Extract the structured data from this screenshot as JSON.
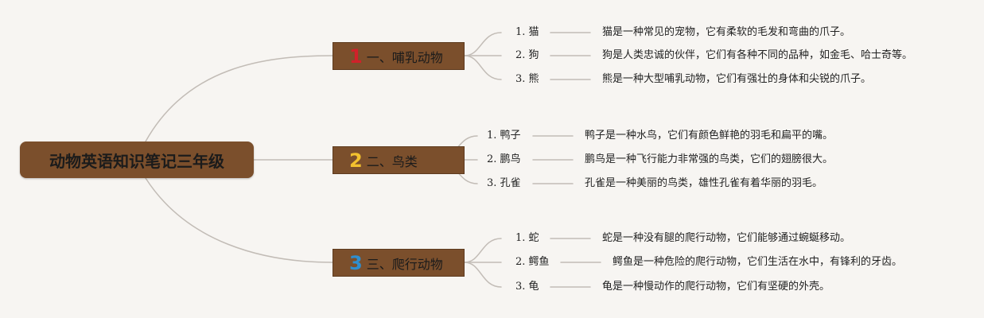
{
  "root": {
    "title": "动物英语知识笔记三年级"
  },
  "branches": [
    {
      "num": "1",
      "num_color": "#d0212a",
      "label": "一、哺乳动物",
      "items": [
        {
          "label": "1. 猫",
          "desc": "猫是一种常见的宠物，它有柔软的毛发和弯曲的爪子。"
        },
        {
          "label": "2. 狗",
          "desc": "狗是人类忠诚的伙伴，它们有各种不同的品种，如金毛、哈士奇等。"
        },
        {
          "label": "3. 熊",
          "desc": "熊是一种大型哺乳动物，它们有强壮的身体和尖锐的爪子。"
        }
      ]
    },
    {
      "num": "2",
      "num_color": "#f2c12e",
      "label": "二、鸟类",
      "items": [
        {
          "label": "1. 鸭子",
          "desc": "鸭子是一种水鸟，它们有颜色鲜艳的羽毛和扁平的嘴。"
        },
        {
          "label": "2. 鹏鸟",
          "desc": "鹏鸟是一种飞行能力非常强的鸟类，它们的翅膀很大。"
        },
        {
          "label": "3. 孔雀",
          "desc": "孔雀是一种美丽的鸟类，雄性孔雀有着华丽的羽毛。"
        }
      ]
    },
    {
      "num": "3",
      "num_color": "#2e8fd1",
      "label": "三、爬行动物",
      "items": [
        {
          "label": "1. 蛇",
          "desc": "蛇是一种没有腿的爬行动物，它们能够通过蜿蜒移动。"
        },
        {
          "label": "2. 鳄鱼",
          "desc": "鳄鱼是一种危险的爬行动物，它们生活在水中，有锋利的牙齿。"
        },
        {
          "label": "3. 龟",
          "desc": "龟是一种慢动作的爬行动物，它们有坚硬的外壳。"
        }
      ]
    }
  ],
  "colors": {
    "node_fill": "#7b4f2c",
    "connector": "#c2bcb6",
    "background": "#f7f5f2"
  }
}
